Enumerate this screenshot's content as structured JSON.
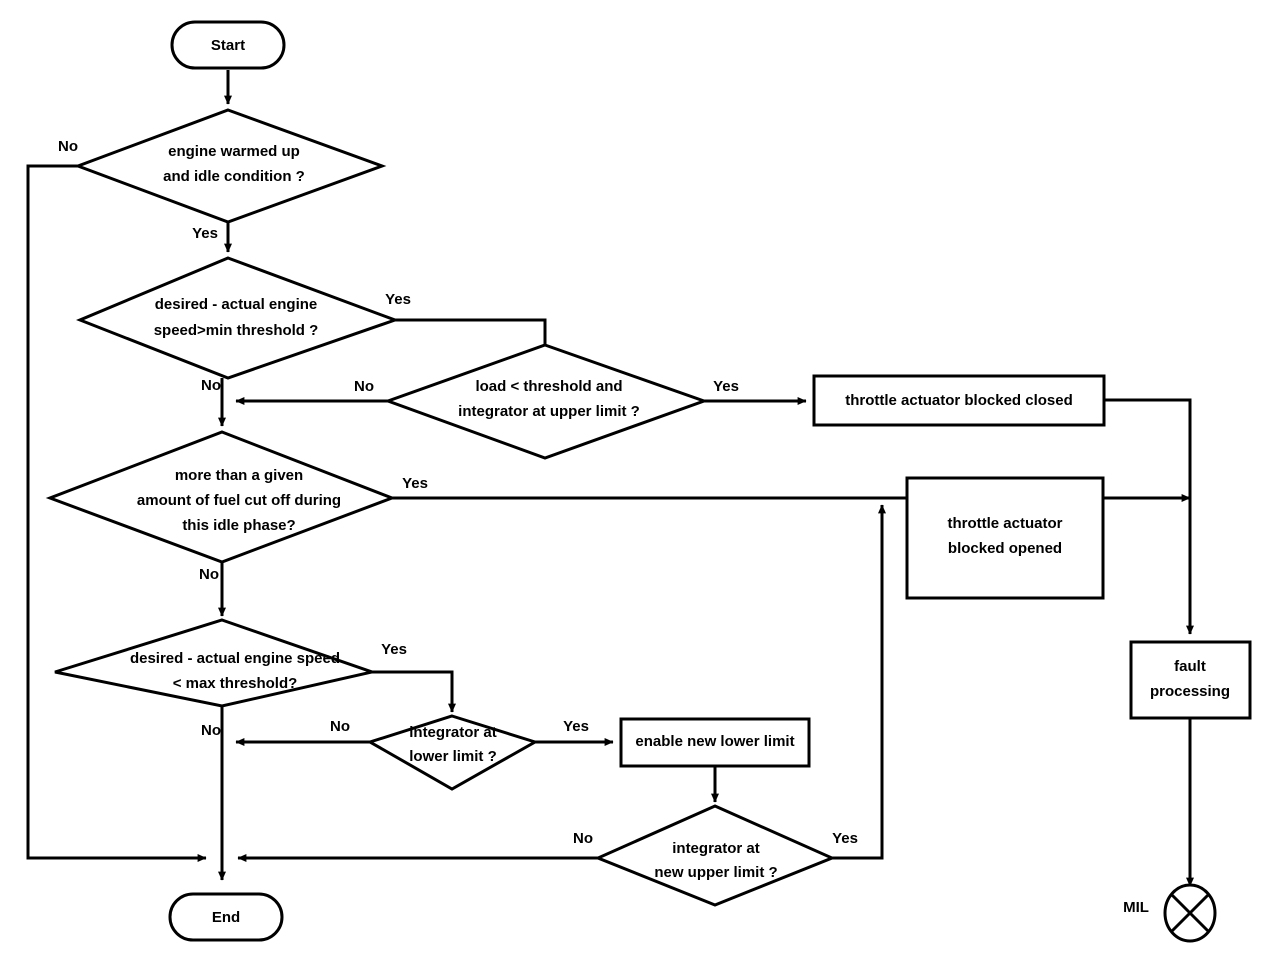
{
  "diagram": {
    "title": "Idle speed control diagnostic flowchart",
    "type": "flowchart",
    "background_color": "#ffffff",
    "line_color": "#000000",
    "text_color": "#000000"
  },
  "nodes": {
    "start": {
      "label": "Start",
      "shape": "terminator"
    },
    "d_engine_warm": {
      "label_line1": "engine warmed up",
      "label_line2": "and idle condition ?",
      "shape": "decision"
    },
    "d_min_threshold": {
      "label_line1": "desired - actual engine",
      "label_line2": "speed>min threshold ?",
      "shape": "decision"
    },
    "d_load_threshold": {
      "label_line1": "load < threshold and",
      "label_line2": "integrator at upper limit ?",
      "shape": "decision"
    },
    "p_blocked_closed": {
      "label": "throttle actuator blocked closed",
      "shape": "process"
    },
    "d_fuel_cut": {
      "label_line1": "more than a given",
      "label_line2": "amount of fuel cut off during",
      "label_line3": "this idle phase?",
      "shape": "decision"
    },
    "p_blocked_opened": {
      "label_line1": "throttle actuator",
      "label_line2": "blocked opened",
      "shape": "process"
    },
    "p_fault_processing": {
      "label_line1": "fault",
      "label_line2": "processing",
      "shape": "process"
    },
    "d_max_threshold": {
      "label_line1": "desired - actual engine speed",
      "label_line2": "< max threshold?",
      "shape": "decision"
    },
    "d_lower_limit": {
      "label_line1": "integrator at",
      "label_line2": "lower limit ?",
      "shape": "decision"
    },
    "p_enable_lower": {
      "label": "enable new lower limit",
      "shape": "process"
    },
    "d_new_upper_limit": {
      "label_line1": "integrator at",
      "label_line2": "new upper limit ?",
      "shape": "decision"
    },
    "end": {
      "label": "End",
      "shape": "terminator"
    },
    "mil": {
      "label": "MIL",
      "shape": "circle-x"
    }
  },
  "edge_labels": {
    "engine_warm_no": "No",
    "engine_warm_yes": "Yes",
    "min_threshold_yes": "Yes",
    "min_threshold_no": "No",
    "load_threshold_no": "No",
    "load_threshold_yes": "Yes",
    "fuel_cut_yes": "Yes",
    "fuel_cut_no": "No",
    "max_threshold_yes": "Yes",
    "max_threshold_no": "No",
    "lower_limit_no": "No",
    "lower_limit_yes": "Yes",
    "new_upper_no": "No",
    "new_upper_yes": "Yes"
  }
}
